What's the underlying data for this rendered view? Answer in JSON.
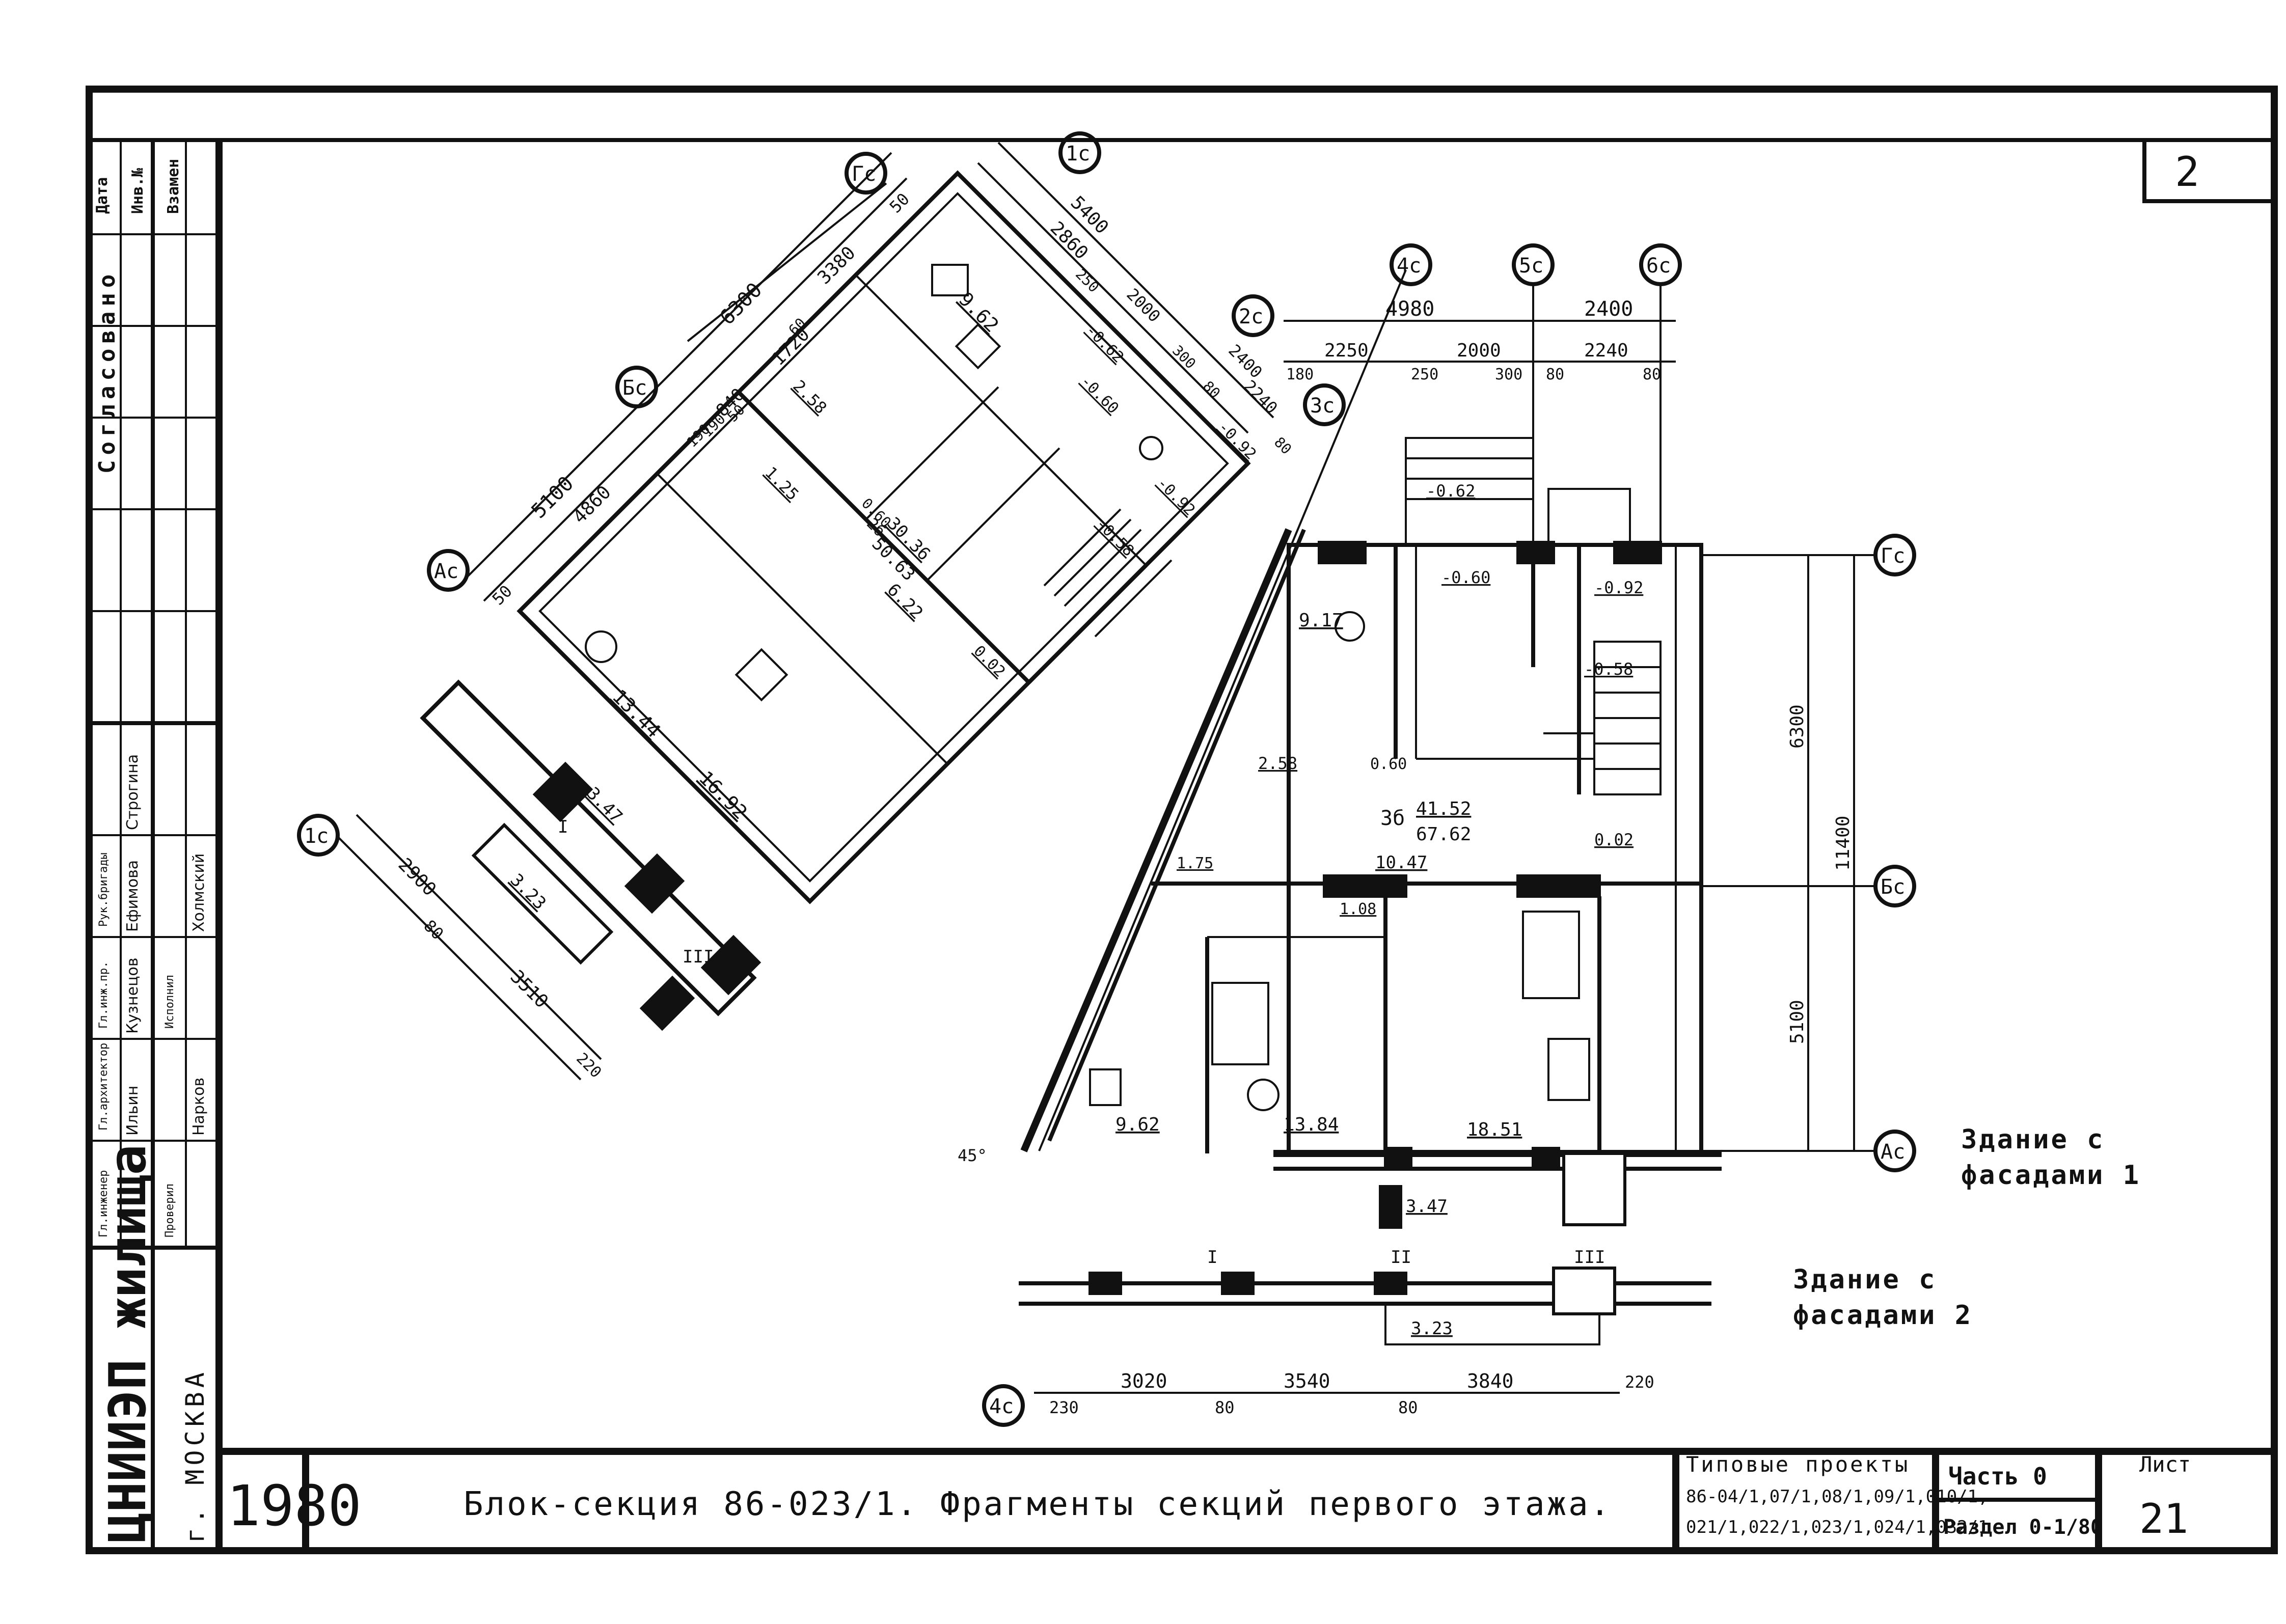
{
  "sheet_number_corner": "2",
  "stamp": {
    "agreed": "Согласовано",
    "date": "Дата",
    "inv_no": "Инв.№",
    "instead": "Взамен",
    "roles": [
      {
        "role": "Гл.инженер",
        "name": "Ильин"
      },
      {
        "role": "Гл.архитектор",
        "name": "Кузнецов"
      },
      {
        "role": "Гл.инж.пр.",
        "name": "Ефимова"
      },
      {
        "role": "Рук.бригады",
        "name": "Строгина"
      },
      {
        "role": "Проверил",
        "name": "Нарков"
      },
      {
        "role": "Исполнил",
        "name": "Холмский"
      }
    ],
    "org": "ЦНИИЭП жилища",
    "city": "г. МОСКВА"
  },
  "title_block": {
    "year": "1980",
    "title": "Блок-секция 86-023/1.  Фрагменты секций первого этажа.",
    "projects_heading": "Типовые проекты",
    "projects_line1": "86-04/1,07/1,08/1,09/1,010/1,",
    "projects_line2": "021/1,022/1,023/1,024/1,032/1",
    "part_label": "Часть 0",
    "section_label": "Раздел 0-1/80",
    "sheet_label": "Лист",
    "sheet_number": "21"
  },
  "notes": {
    "building1_line1": "Здание с",
    "building1_line2": "фасадами 1",
    "building2_line1": "Здание с",
    "building2_line2": "фасадами 2"
  },
  "axes": {
    "ac": "Ас",
    "bc": "Бс",
    "gc": "Гс",
    "one_c": "1с",
    "two_c": "2с",
    "three_c": "3с",
    "four_c": "4с",
    "five_c": "5с",
    "six_c": "6с"
  },
  "left_plan": {
    "dims": {
      "d6300": "6300",
      "d3380": "3380",
      "d1720": "1720",
      "d840": "840",
      "d5100": "5100",
      "d4860": "4860",
      "d190a": "190",
      "d190b": "190",
      "d50a": "50",
      "d50b": "50",
      "d50c": "50",
      "d60": "60",
      "d5400": "5400",
      "d2860": "2860",
      "d250": "250",
      "d2000": "2000",
      "d300": "300",
      "d80a": "80",
      "d2400": "2400",
      "d2240": "2240",
      "d80b": "80",
      "d2900": "2900",
      "d80c": "80",
      "d3510": "3510",
      "d220": "220"
    },
    "areas": {
      "kitchen": "9.62",
      "bath": "2.58",
      "wc": "1.25",
      "bedroom": "13.44",
      "living": "16.92",
      "hall": "6.22",
      "total_top": "30.36",
      "total_bottom": "50.63",
      "loggia1": "3.47",
      "loggia2": "3.23",
      "corridor": "0.60"
    },
    "levels": {
      "l1": "-0.62",
      "l2": "-0.60",
      "l3": "-0.92",
      "l4": "-0.92",
      "l5": "-0.58",
      "l6": "0.02"
    },
    "loggia_marks": {
      "m1": "I",
      "m2": "III"
    },
    "apt_num": "2б"
  },
  "right_plan": {
    "dims": {
      "d4980": "4980",
      "d2400": "2400",
      "d2250": "2250",
      "d2000": "2000",
      "d2240": "2240",
      "d180": "180",
      "d250": "250",
      "d300": "300",
      "d80a": "80",
      "d80b": "80",
      "d6300": "6300",
      "d11400": "11400",
      "d5100": "5100",
      "d3020": "3020",
      "d3540": "3540",
      "d3840": "3840",
      "d230": "230",
      "d80c": "80",
      "d80d": "80",
      "d220": "220",
      "angle": "45°"
    },
    "areas": {
      "bath": "9.17",
      "wc": "2.58",
      "corridor": "0.60",
      "total_top": "41.52",
      "total_bottom": "67.62",
      "apt_num": "3б",
      "hall": "10.47",
      "closet": "1.75",
      "closet2": "1.08",
      "kitchen": "9.62",
      "bedroom": "13.84",
      "living": "18.51",
      "loggia1": "3.47",
      "loggia2": "3.23"
    },
    "levels": {
      "l1": "-0.62",
      "l2": "-0.60",
      "l3": "-0.92",
      "l4": "-0.58",
      "l5": "0.02"
    },
    "loggia_marks": {
      "m1": "I",
      "m2": "II",
      "m3": "III"
    }
  }
}
